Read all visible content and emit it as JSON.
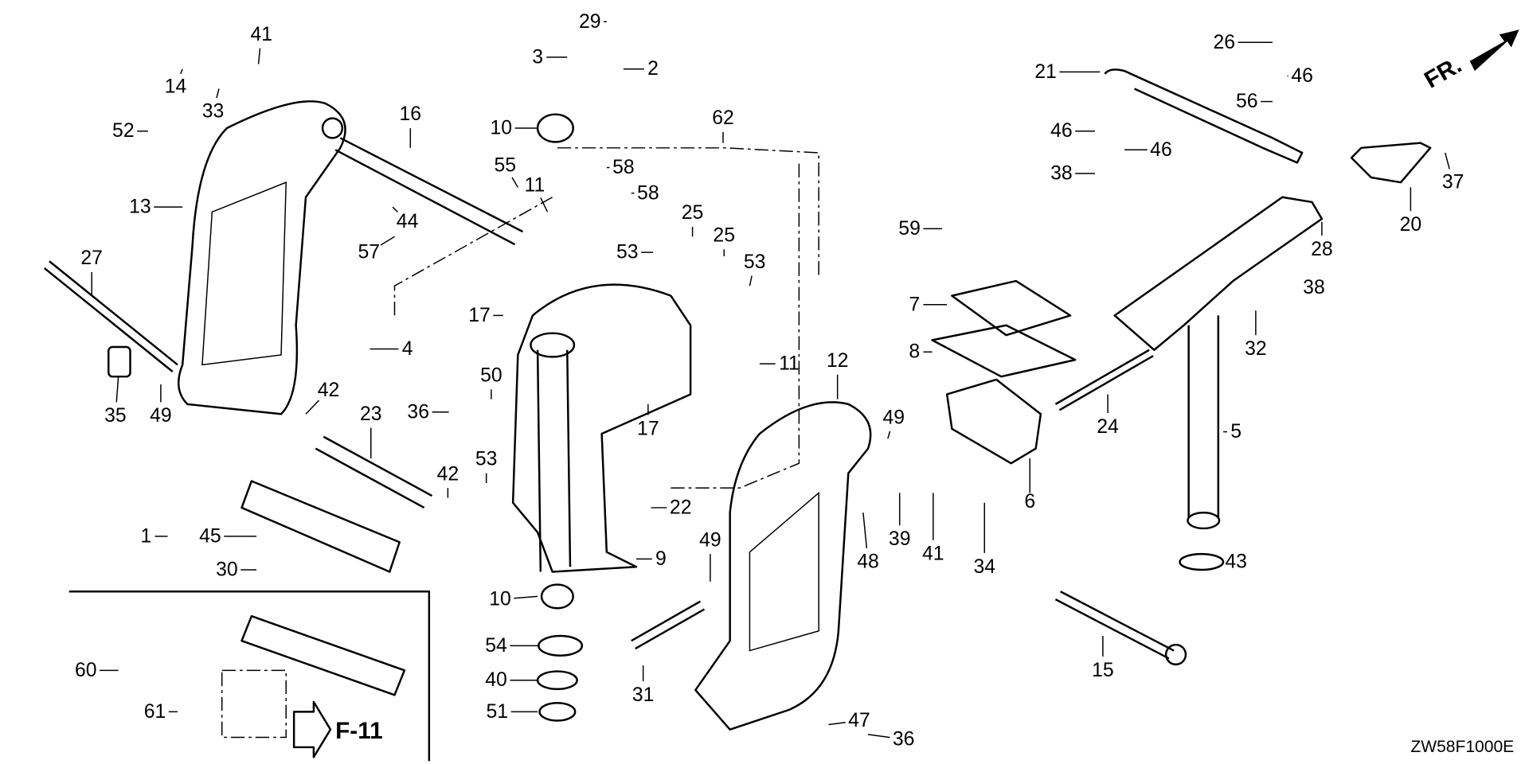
{
  "diagram": {
    "code": "ZW58F1000E",
    "front_marker": "FR.",
    "reference": "F-11",
    "part_labels": [
      "29",
      "3",
      "2",
      "10",
      "62",
      "55",
      "11",
      "58",
      "58",
      "16",
      "44",
      "57",
      "14",
      "33",
      "41",
      "52",
      "13",
      "27",
      "35",
      "49",
      "42",
      "23",
      "4",
      "17",
      "53",
      "25",
      "25",
      "53",
      "11",
      "12",
      "50",
      "36",
      "17",
      "53",
      "42",
      "22",
      "9",
      "49",
      "39",
      "41",
      "34",
      "48",
      "49",
      "10",
      "54",
      "40",
      "51",
      "31",
      "47",
      "36",
      "15",
      "43",
      "5",
      "6",
      "24",
      "32",
      "38",
      "28",
      "20",
      "37",
      "26",
      "46",
      "56",
      "46",
      "46",
      "38",
      "21",
      "59",
      "7",
      "8",
      "1",
      "45",
      "30",
      "60",
      "61"
    ]
  }
}
